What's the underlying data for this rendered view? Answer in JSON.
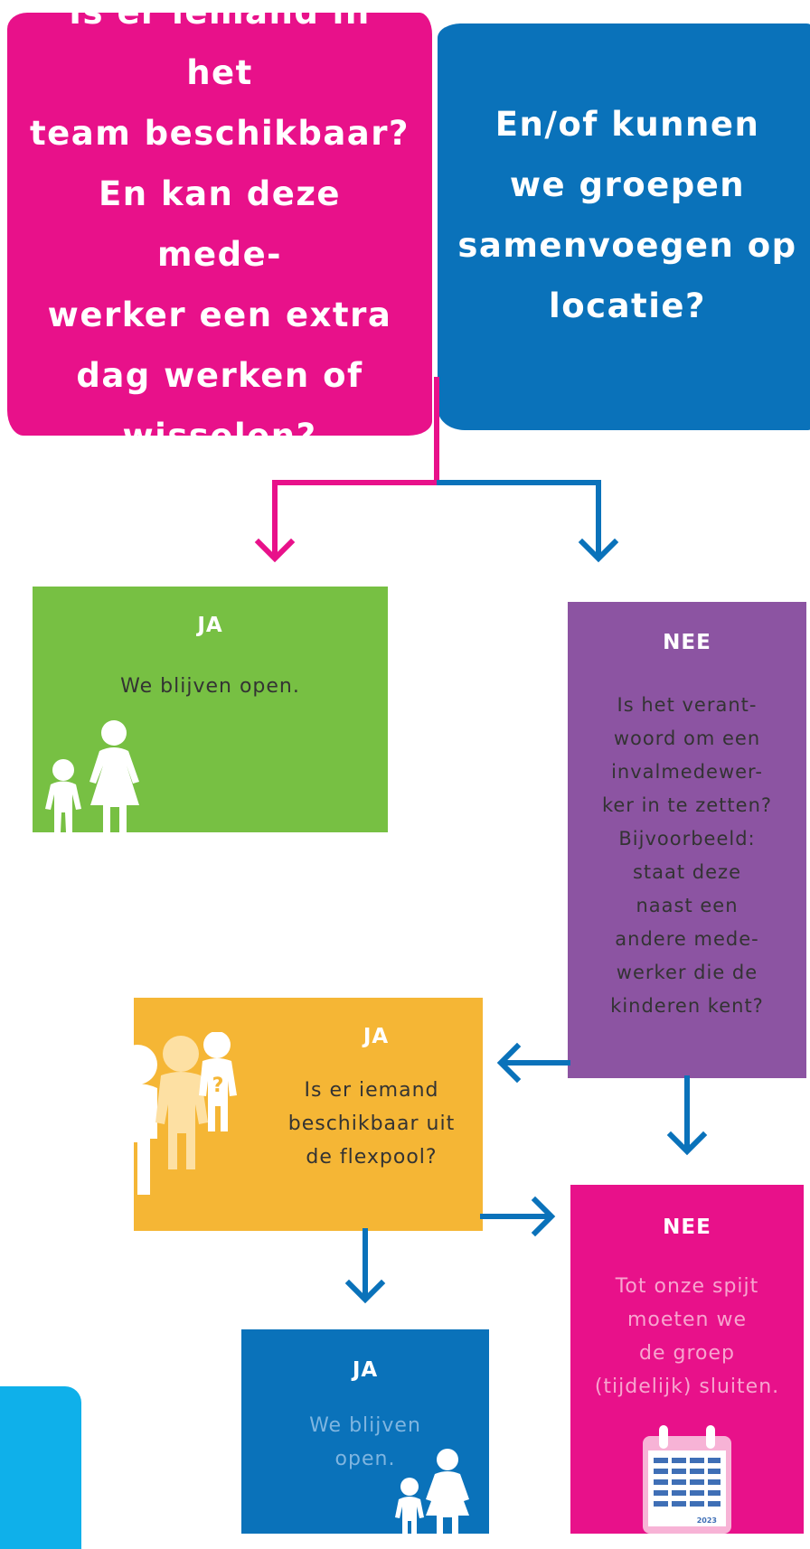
{
  "question_pink": "Is er iemand in het\nteam beschikbaar?\nEn kan deze mede-\nwerker een extra\ndag werken of\nwisselen?",
  "question_blue": "En/of kunnen\nwe groepen\nsamenvoegen op\nlocatie?",
  "green_card": {
    "heading": "JA",
    "text": "We blijven open."
  },
  "purple_card": {
    "heading": "NEE",
    "text": "Is het verant-\nwoord om een\ninvalmedewer-\nker in te zetten?\nBijvoorbeeld:\nstaat deze\nnaast een\nandere mede-\nwerker die de\nkinderen kent?"
  },
  "yellow_card": {
    "heading": "JA",
    "text": "Is er iemand\nbeschikbaar uit\nde flexpool?"
  },
  "blue_card": {
    "heading": "JA",
    "text": "We blijven\nopen."
  },
  "magenta_card": {
    "heading": "NEE",
    "text": "Tot onze spijt\nmoeten we\nde groep\n(tijdelijk) sluiten.",
    "calendar_year": "2023"
  },
  "colors": {
    "pink": "#e8118a",
    "blue": "#0a72ba",
    "green": "#77c043",
    "purple": "#8c54a2",
    "yellow": "#f5b635",
    "cyan": "#0fb0ea"
  },
  "icons": [
    "parent-child-icon",
    "family-question-icon",
    "calendar-icon"
  ]
}
